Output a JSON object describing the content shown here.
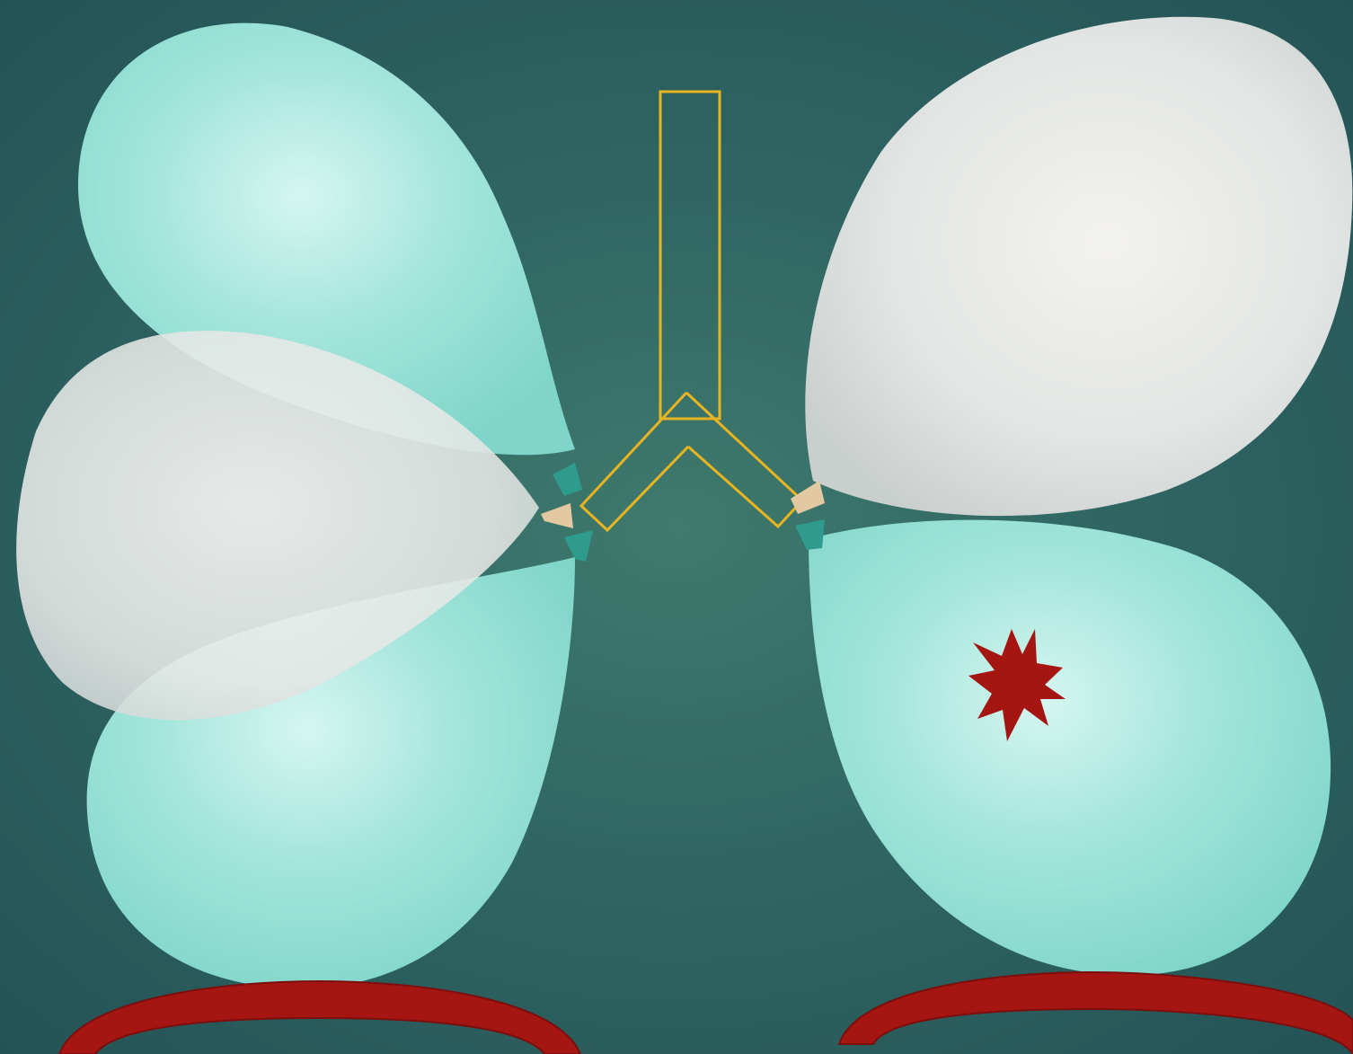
{
  "diagram": {
    "subject": "balloon-lung-model",
    "colors": {
      "background_center": "#3f7a6d",
      "background_edge": "#245356",
      "inflated_balloon": "#8fdcd0",
      "deflated_balloon": "#e6e9e7",
      "airway_outline": "#e8b422",
      "base_bar": "#a51613",
      "burst_marker": "#a51613"
    },
    "left_model": {
      "upper_balloon_state": "inflated",
      "middle_balloon_state": "deflated",
      "lower_balloon_state": "inflated"
    },
    "right_model": {
      "upper_balloon_state": "deflated",
      "lower_balloon_state": "inflated",
      "lower_balloon_marker": "burst-star"
    },
    "airway": {
      "shape": "inverted-y",
      "branches": 2
    }
  }
}
